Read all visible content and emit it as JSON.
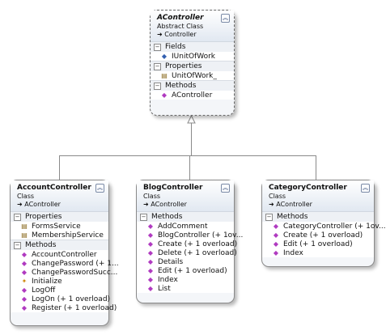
{
  "classes": {
    "acontroller": {
      "name": "AController",
      "kind": "Abstract Class",
      "base": "Controller",
      "sections": [
        {
          "title": "Fields",
          "members": [
            {
              "name": "IUnitOfWork",
              "icon": "field-icon"
            }
          ]
        },
        {
          "title": "Properties",
          "members": [
            {
              "name": "UnitOfWork_",
              "icon": "property-icon"
            }
          ]
        },
        {
          "title": "Methods",
          "members": [
            {
              "name": "AController",
              "icon": "method-icon"
            }
          ]
        }
      ]
    },
    "account": {
      "name": "AccountController",
      "kind": "Class",
      "base": "AController",
      "sections": [
        {
          "title": "Properties",
          "members": [
            {
              "name": "FormsService",
              "icon": "property-icon"
            },
            {
              "name": "MembershipService",
              "icon": "property-icon"
            }
          ]
        },
        {
          "title": "Methods",
          "members": [
            {
              "name": "AccountController",
              "icon": "method-icon"
            },
            {
              "name": "ChangePassword (+ 1...",
              "icon": "method-icon"
            },
            {
              "name": "ChangePasswordSucc...",
              "icon": "method-icon"
            },
            {
              "name": "Initialize",
              "icon": "protected-method-icon"
            },
            {
              "name": "LogOff",
              "icon": "method-icon"
            },
            {
              "name": "LogOn (+ 1 overload)",
              "icon": "method-icon"
            },
            {
              "name": "Register (+ 1 overload)",
              "icon": "method-icon"
            }
          ]
        }
      ]
    },
    "blog": {
      "name": "BlogController",
      "kind": "Class",
      "base": "AController",
      "sections": [
        {
          "title": "Methods",
          "members": [
            {
              "name": "AddComment",
              "icon": "method-icon"
            },
            {
              "name": "BlogController (+ 1ov...",
              "icon": "method-icon"
            },
            {
              "name": "Create (+ 1 overload)",
              "icon": "method-icon"
            },
            {
              "name": "Delete (+ 1 overload)",
              "icon": "method-icon"
            },
            {
              "name": "Details",
              "icon": "method-icon"
            },
            {
              "name": "Edit (+ 1 overload)",
              "icon": "method-icon"
            },
            {
              "name": "Index",
              "icon": "method-icon"
            },
            {
              "name": "List",
              "icon": "method-icon"
            }
          ]
        }
      ]
    },
    "category": {
      "name": "CategoryController",
      "kind": "Class",
      "base": "AController",
      "sections": [
        {
          "title": "Methods",
          "members": [
            {
              "name": "CategoryController (+ 1ov...",
              "icon": "method-icon"
            },
            {
              "name": "Create (+ 1 overload)",
              "icon": "method-icon"
            },
            {
              "name": "Edit (+ 1 overload)",
              "icon": "method-icon"
            },
            {
              "name": "Index",
              "icon": "method-icon"
            }
          ]
        }
      ]
    }
  },
  "colors": {
    "border": "#8a8a8a",
    "header_gradient_end": "#e1e8f1",
    "connector": "#8a8a8a",
    "method_icon": "#b03ac0",
    "property_icon": "#8a6a1e",
    "field_icon": "#3360b0"
  }
}
